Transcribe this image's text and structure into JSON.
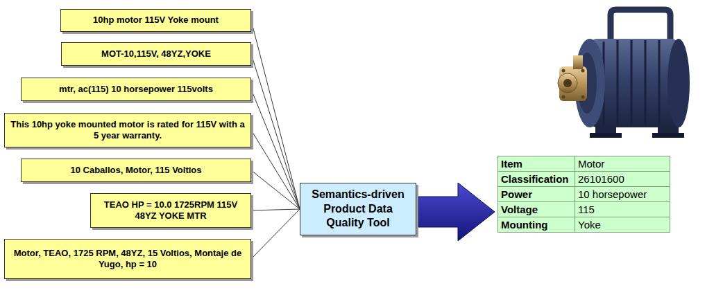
{
  "diagram": {
    "nodes": [
      {
        "text": [
          "10hp motor 115V Yoke mount"
        ]
      },
      {
        "text": [
          "MOT-10,115V, 48YZ,YOKE"
        ]
      },
      {
        "text": [
          "mtr, ac(115) 10 horsepower 115volts"
        ]
      },
      {
        "text": [
          "This 10hp yoke mounted motor is rated for 115V with a 5 year warranty."
        ]
      },
      {
        "text": [
          "10 Caballos, Motor, 115 Voltios"
        ]
      },
      {
        "text": [
          "TEAO HP = 10.0 1725RPM 115V 48YZ YOKE MTR"
        ]
      },
      {
        "text": [
          "Motor, TEAO, 1725 RPM, 48YZ, 15 Voltios, Montaje de Yugo, hp = 10"
        ]
      },
      {
        "text": [
          "Semantics-driven Product Data Quality Tool"
        ]
      }
    ],
    "edges": [
      {
        "from": 0,
        "to": 7,
        "arrow": "none"
      },
      {
        "from": 1,
        "to": 7,
        "arrow": "none"
      },
      {
        "from": 2,
        "to": 7,
        "arrow": "none"
      },
      {
        "from": 3,
        "to": 7,
        "arrow": "none"
      },
      {
        "from": 4,
        "to": 7,
        "arrow": "none"
      },
      {
        "from": 5,
        "to": 7,
        "arrow": "none"
      },
      {
        "from": 6,
        "to": 7,
        "arrow": "none"
      }
    ],
    "labels": [
      "Item",
      "Motor",
      "Classification",
      "26101600",
      "Power",
      "10 horsepower",
      "Voltage",
      "115",
      "Mounting",
      "Yoke"
    ]
  }
}
